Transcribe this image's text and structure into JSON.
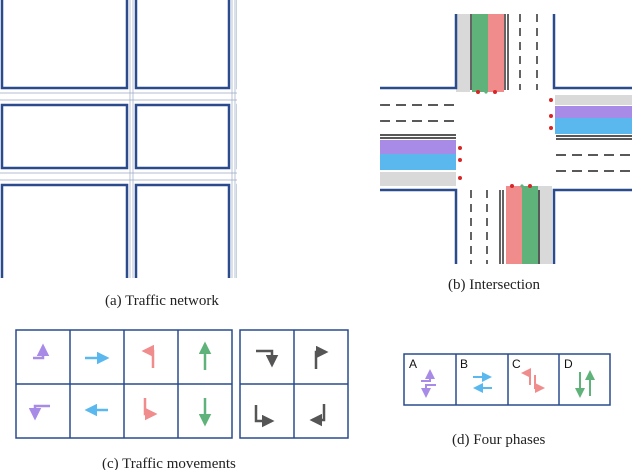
{
  "captions": {
    "network": "(a) Traffic network",
    "intersection": "(b) Intersection",
    "movements": "(c) Traffic movements",
    "phases": "(d) Four phases"
  },
  "phase_labels": [
    "A",
    "B",
    "C",
    "D"
  ],
  "colors": {
    "road_edge": "#2a4b8d",
    "lane_gray": "#d9d9d9",
    "purple": "#a78be6",
    "blue": "#5ab8ee",
    "red": "#f08c8c",
    "green": "#5fb37a",
    "dark_gray": "#555555",
    "signal_red": "#d62728"
  }
}
